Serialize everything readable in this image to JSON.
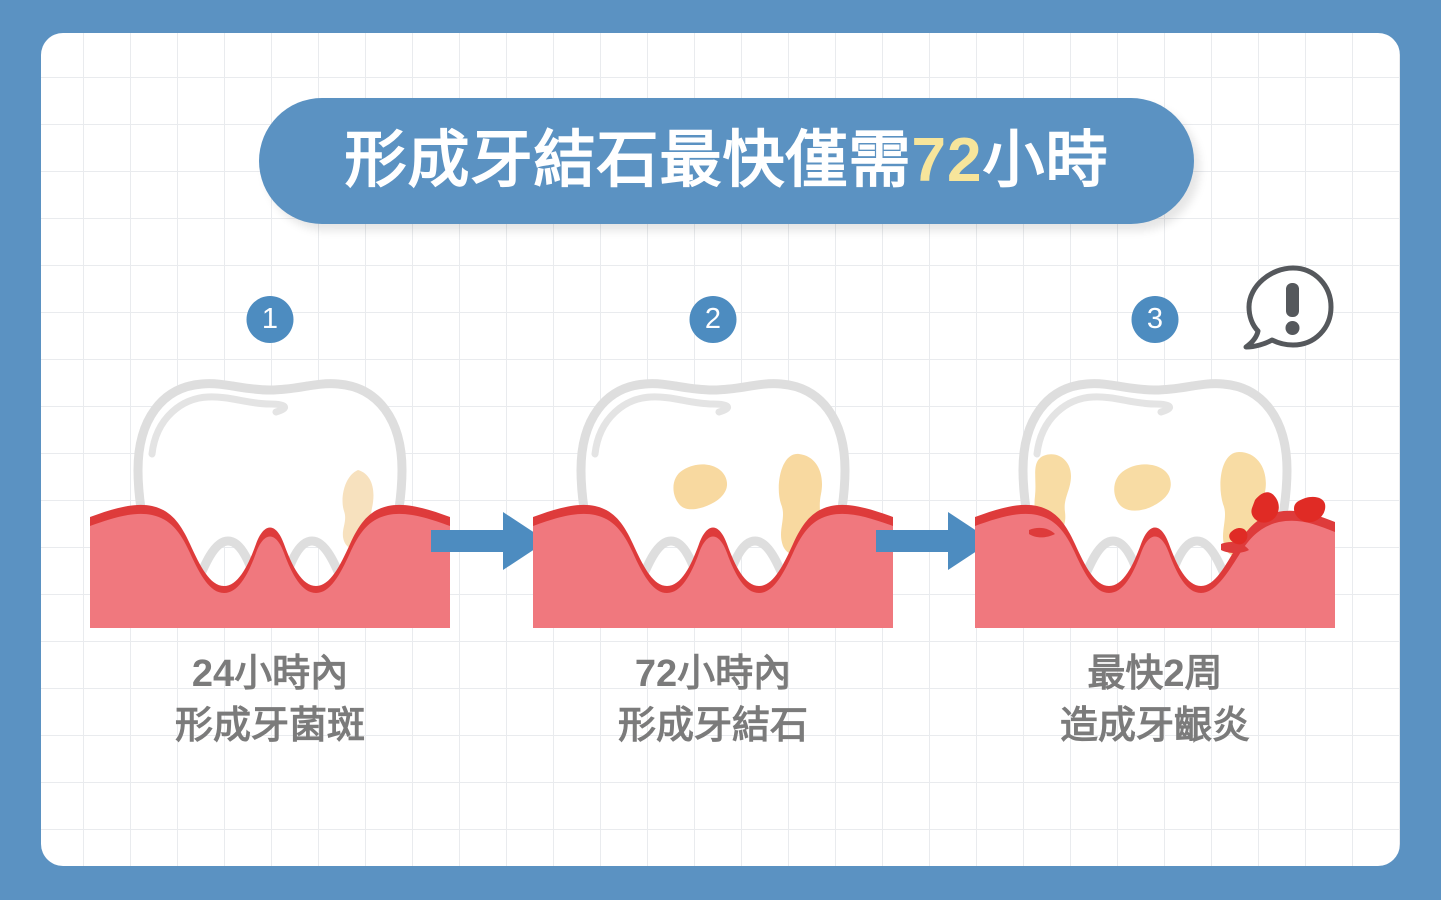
{
  "poster": {
    "background_color": "#5B92C2",
    "card_background": "#ffffff",
    "grid_line_color": "#e9ebee"
  },
  "header": {
    "title_prefix": "形成牙結石最快僅需",
    "title_highlight": "72",
    "title_suffix": "小時",
    "title_full": "形成牙結石最快僅需72小時",
    "pill_color": "#5B92C2",
    "text_color": "#ffffff",
    "highlight_color": "#F7E59B"
  },
  "steps": [
    {
      "number": "1",
      "caption_line1": "24小時內",
      "caption_line2": "形成牙菌斑",
      "tooth": {
        "plaque_spots": 1,
        "bleeding": false,
        "enamel_color": "#ffffff",
        "outline_color": "#DEDEDE",
        "gum_color": "#F0787E",
        "gum_edge_color": "#DE3B3B",
        "plaque_color": "#F7E1BE"
      }
    },
    {
      "number": "2",
      "caption_line1": "72小時內",
      "caption_line2": "形成牙結石",
      "tooth": {
        "plaque_spots": 2,
        "bleeding": false,
        "enamel_color": "#ffffff",
        "outline_color": "#DEDEDE",
        "gum_color": "#F0787E",
        "gum_edge_color": "#DE3B3B",
        "plaque_color": "#F8D9A0"
      }
    },
    {
      "number": "3",
      "caption_line1": "最快2周",
      "caption_line2": "造成牙齦炎",
      "tooth": {
        "plaque_spots": 3,
        "bleeding": true,
        "enamel_color": "#ffffff",
        "outline_color": "#DEDEDE",
        "gum_color": "#F0787E",
        "gum_edge_color": "#DE3B3B",
        "plaque_color": "#F8DCA4",
        "blood_color": "#E02B25"
      }
    }
  ],
  "arrows": {
    "color": "#4D8CC0",
    "count": 2,
    "direction": "right"
  },
  "alert": {
    "symbol": "!",
    "outline_color": "#55585C",
    "shape": "speech-bubble"
  },
  "badges": {
    "circle_color": "#4D8CC0",
    "text_color": "#ffffff"
  },
  "caption_text_color": "#7B7B7B"
}
